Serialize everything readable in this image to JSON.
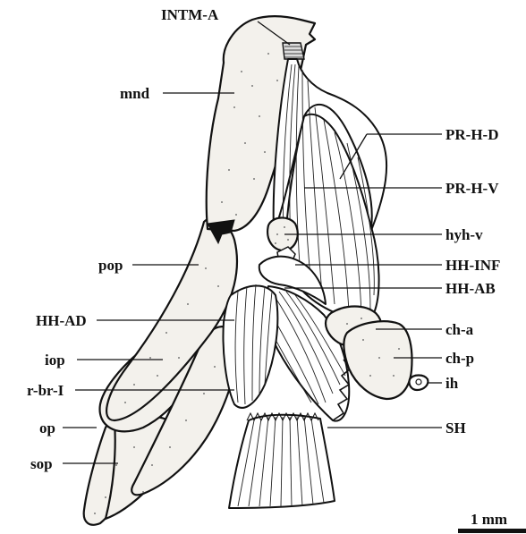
{
  "labels": {
    "intm_a": "INTM-A",
    "mnd": "mnd",
    "pr_h_d": "PR-H-D",
    "pr_h_v": "PR-H-V",
    "hyh_v": "hyh-v",
    "hh_inf": "HH-INF",
    "hh_ab": "HH-AB",
    "pop": "pop",
    "hh_ad": "HH-AD",
    "ch_a": "ch-a",
    "iop": "iop",
    "ch_p": "ch-p",
    "r_br_i": "r-br-I",
    "ih": "ih",
    "op": "op",
    "sh": "SH",
    "sop": "sop"
  },
  "scale_bar": {
    "label": "1 mm"
  }
}
